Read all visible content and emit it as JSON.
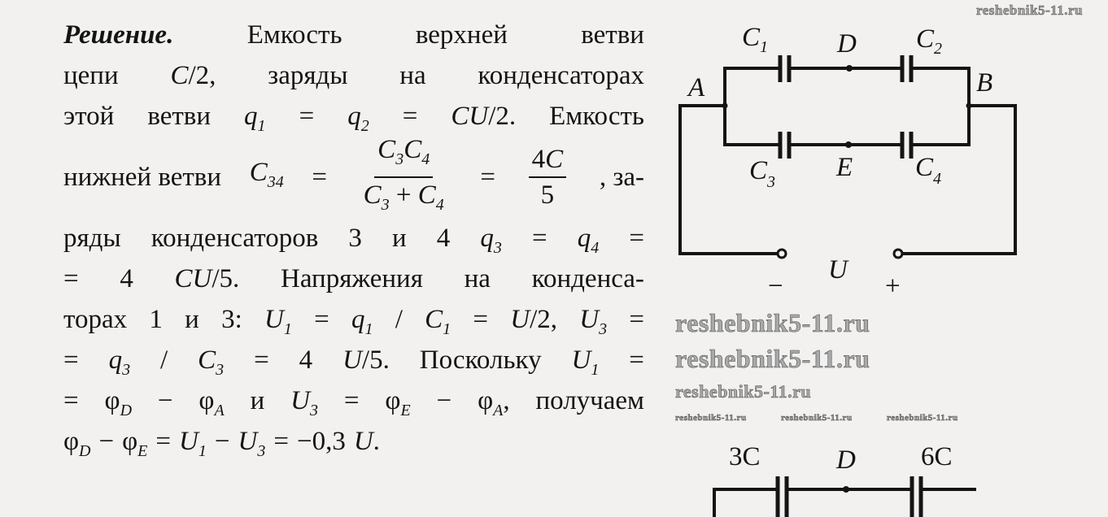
{
  "solution": {
    "lines": [
      [
        {
          "t": "Решение.",
          "b": 1,
          "i": 1
        },
        {
          "t": "Емкость"
        },
        {
          "t": "верхней"
        },
        {
          "t": "ветви"
        }
      ],
      [
        {
          "t": "цепи"
        },
        {
          "t": "C",
          "i": 1,
          "tail": "/2,"
        },
        {
          "t": "заряды"
        },
        {
          "t": "на"
        },
        {
          "t": "конденсаторах"
        }
      ],
      [
        {
          "t": "этой"
        },
        {
          "t": "ветви"
        },
        {
          "t": "q",
          "i": 1,
          "s": "1"
        },
        {
          "t": "="
        },
        {
          "t": "q",
          "i": 1,
          "s": "2"
        },
        {
          "t": "="
        },
        {
          "t": "CU",
          "i": 1,
          "tail": "/2."
        },
        {
          "t": "Емкость"
        }
      ],
      [
        {
          "t": "нижней ветви"
        },
        {
          "t": "C",
          "i": 1,
          "s": "34"
        },
        {
          "t": "="
        },
        {
          "frac": {
            "num": [
              {
                "t": "C",
                "i": 1,
                "s": "3"
              },
              {
                "t": "C",
                "i": 1,
                "s": "4"
              }
            ],
            "den": [
              {
                "t": "C",
                "i": 1,
                "s": "3"
              },
              {
                "t": " + "
              },
              {
                "t": "C",
                "i": 1,
                "s": "4"
              }
            ]
          }
        },
        {
          "t": "="
        },
        {
          "frac": {
            "num": [
              {
                "t": "4"
              },
              {
                "t": "C",
                "i": 1
              }
            ],
            "den": [
              {
                "t": "5"
              }
            ]
          }
        },
        {
          "t": ", за-"
        }
      ],
      [
        {
          "t": "ряды"
        },
        {
          "t": "конденсаторов"
        },
        {
          "t": "3"
        },
        {
          "t": "и"
        },
        {
          "t": "4"
        },
        {
          "t": "q",
          "i": 1,
          "s": "3"
        },
        {
          "t": "="
        },
        {
          "t": "q",
          "i": 1,
          "s": "4"
        },
        {
          "t": "="
        }
      ],
      [
        {
          "t": "="
        },
        {
          "t": "4"
        },
        {
          "t": "CU",
          "i": 1,
          "tail": "/5."
        },
        {
          "t": "Напряжения"
        },
        {
          "t": "на"
        },
        {
          "t": "конденса-"
        }
      ],
      [
        {
          "t": "торах"
        },
        {
          "t": "1"
        },
        {
          "t": "и"
        },
        {
          "t": "3:"
        },
        {
          "t": "U",
          "i": 1,
          "s": "1"
        },
        {
          "t": "="
        },
        {
          "t": "q",
          "i": 1,
          "s": "1"
        },
        {
          "t": "/"
        },
        {
          "t": "C",
          "i": 1,
          "s": "1"
        },
        {
          "t": "="
        },
        {
          "t": "U",
          "i": 1,
          "tail": "/2,"
        },
        {
          "t": "U",
          "i": 1,
          "s": "3"
        },
        {
          "t": "="
        }
      ],
      [
        {
          "t": "="
        },
        {
          "t": "q",
          "i": 1,
          "s": "3"
        },
        {
          "t": "/"
        },
        {
          "t": "C",
          "i": 1,
          "s": "3"
        },
        {
          "t": "="
        },
        {
          "t": "4"
        },
        {
          "t": "U",
          "i": 1,
          "tail": "/5."
        },
        {
          "t": "Поскольку"
        },
        {
          "t": "U",
          "i": 1,
          "s": "1"
        },
        {
          "t": "="
        }
      ],
      [
        {
          "t": "="
        },
        {
          "t": "φ",
          "s": "D"
        },
        {
          "t": "−"
        },
        {
          "t": "φ",
          "s": "A"
        },
        {
          "t": "и"
        },
        {
          "t": "U",
          "i": 1,
          "s": "3"
        },
        {
          "t": "="
        },
        {
          "t": "φ",
          "s": "E"
        },
        {
          "t": "−"
        },
        {
          "t": "φ",
          "s": "A",
          "tail": ","
        },
        {
          "t": "получаем"
        }
      ],
      [
        {
          "t": "φ",
          "s": "D"
        },
        {
          "t": "−"
        },
        {
          "t": "φ",
          "s": "E"
        },
        {
          "t": "="
        },
        {
          "t": "U",
          "i": 1,
          "s": "1"
        },
        {
          "t": "−"
        },
        {
          "t": "U",
          "i": 1,
          "s": "3"
        },
        {
          "t": "="
        },
        {
          "t": "−0,3"
        },
        {
          "t": "U",
          "i": 1,
          "tail": "."
        }
      ]
    ]
  },
  "circuit": {
    "labels": {
      "c1": "C",
      "c1_sub": "1",
      "c2": "C",
      "c2_sub": "2",
      "c3": "C",
      "c3_sub": "3",
      "c4": "C",
      "c4_sub": "4",
      "d": "D",
      "e": "E",
      "a": "A",
      "b": "B",
      "u": "U",
      "minus": "−",
      "plus": "+"
    }
  },
  "next_circuit": {
    "left_cap": "3C",
    "node": "D",
    "right_cap": "6C"
  },
  "watermarks": [
    "reshebnik5-11.ru",
    "reshebnik5-11.ru",
    "reshebnik5-11.ru",
    "reshebnik5-11.ru",
    "reshebnik5-11.ru",
    "reshebnik5-11.ru",
    "reshebnik5-11.ru"
  ]
}
